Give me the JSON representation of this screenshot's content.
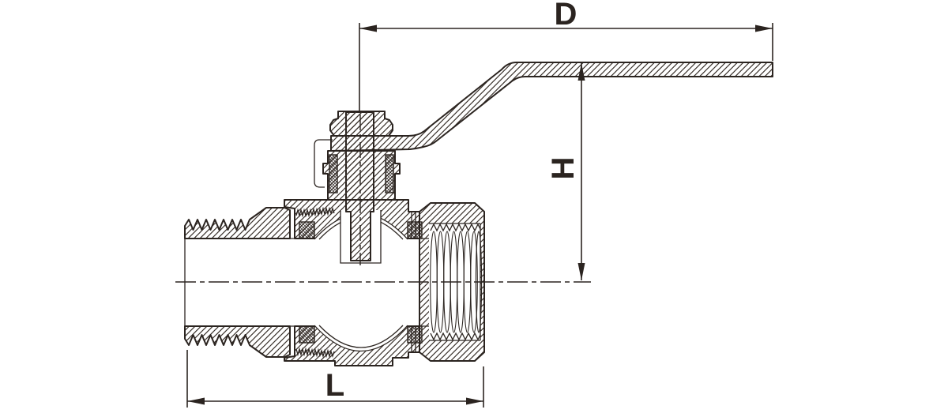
{
  "dimensions": {
    "diameter": {
      "label": "D"
    },
    "height": {
      "label": "H"
    },
    "length": {
      "label": "L"
    }
  },
  "colors": {
    "line": "#2b2420",
    "hatch": "#38302a",
    "background": "#ffffff"
  }
}
